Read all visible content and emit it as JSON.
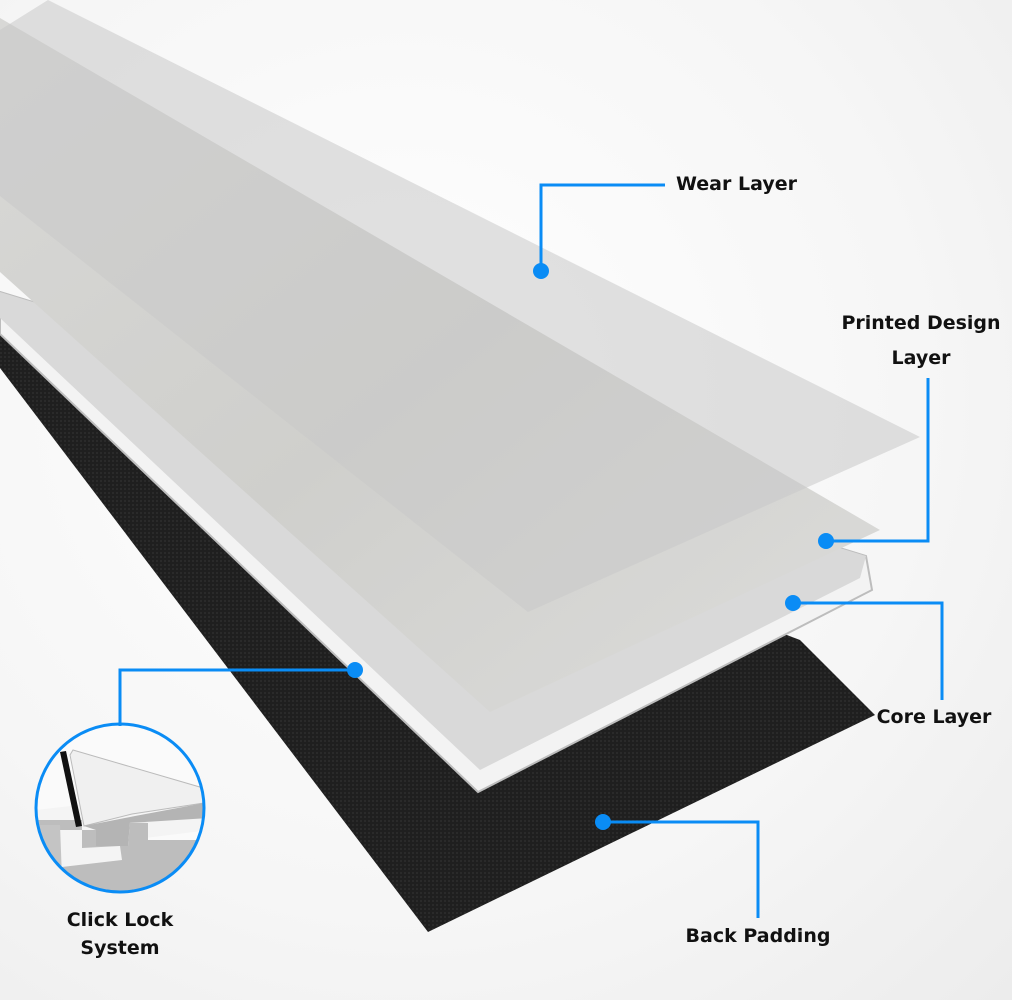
{
  "labels": {
    "wear": "Wear Layer",
    "printed_line1": "Printed Design",
    "printed_line2": "Layer",
    "core": "Core Layer",
    "back": "Back Padding",
    "click_line1": "Click Lock",
    "click_line2": "System"
  },
  "colors": {
    "accent": "#0a8cf5",
    "backing": "#1e1e1e"
  }
}
